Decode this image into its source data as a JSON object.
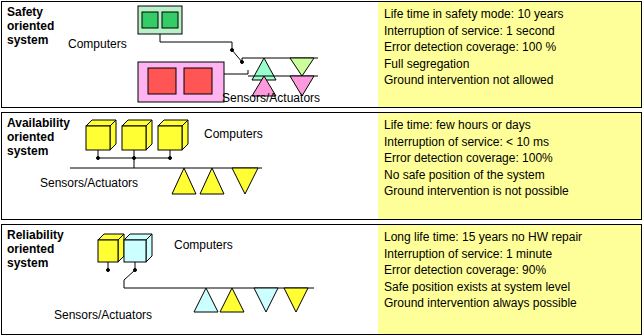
{
  "diagram": {
    "nodes": [
      {
        "text": [
          "Safety oriented system"
        ]
      },
      {
        "text": [
          "Life time in safety mode: 10 years",
          "Interruption of service: 1 second",
          "Error detection coverage: 100 %",
          "Full segregation",
          "Ground intervention not allowed"
        ],
        "in": 0
      },
      {
        "text": [
          "Availability oriented system"
        ]
      },
      {
        "text": [
          "Life time: few hours or days",
          "Interruption of service: < 10 ms",
          "Error detection coverage: 100%",
          "No safe position of the system",
          "Ground intervention is not possible"
        ],
        "in": 2
      },
      {
        "text": [
          "Reliability oriented system"
        ]
      },
      {
        "text": [
          "Long life time: 15 years no HW repair",
          "Interruption of service: 1 minute",
          "Error detection coverage: 90%",
          "Safe position exists at system level",
          "Ground intervention always possible"
        ],
        "in": 4
      }
    ],
    "labels": [
      "Computers",
      "Sensors/Actuators",
      "Computers",
      "Sensors/Actuators",
      "Computers",
      "Sensors/Actuators"
    ]
  }
}
